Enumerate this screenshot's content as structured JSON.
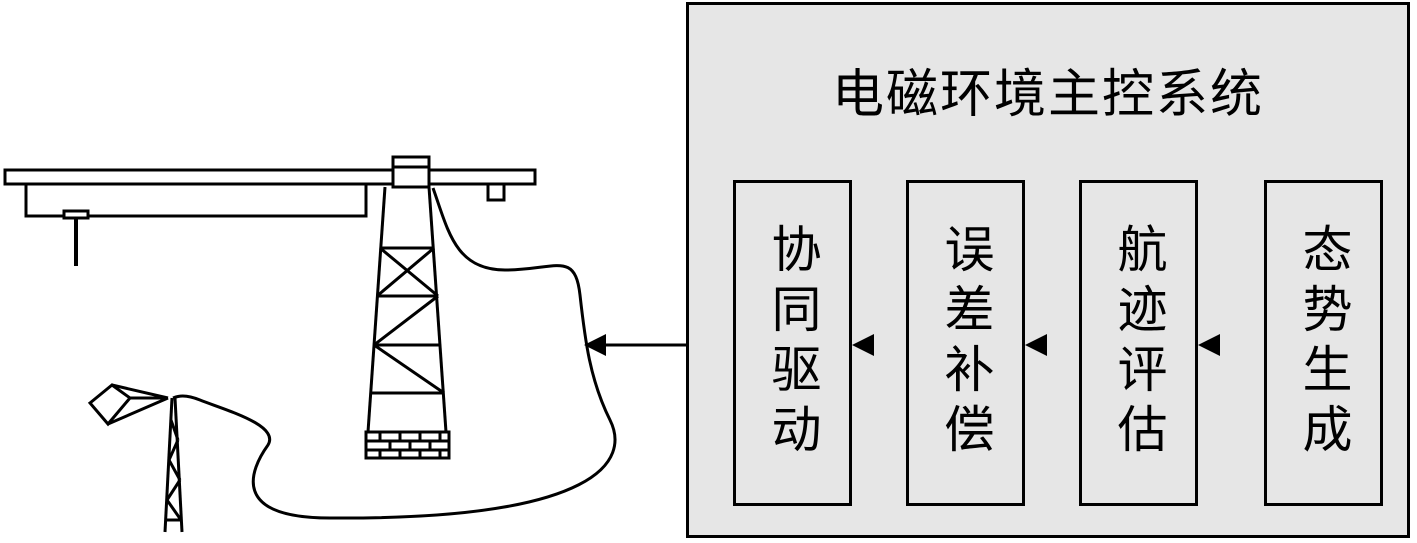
{
  "system": {
    "title": "电磁环境主控系统"
  },
  "modules": [
    {
      "label": "协同驱动"
    },
    {
      "label": "误差补偿"
    },
    {
      "label": "航迹评估"
    },
    {
      "label": "态势生成"
    }
  ],
  "flow": [
    "态势生成",
    "航迹评估",
    "误差补偿",
    "协同驱动",
    "field-equipment"
  ],
  "equipment": [
    "crane-track-icon",
    "lattice-tower-icon",
    "dish-antenna-icon",
    "signal-cable-icon"
  ],
  "colors": {
    "panel_fill": "#e6e6e6",
    "line": "#000000",
    "background": "#ffffff"
  }
}
